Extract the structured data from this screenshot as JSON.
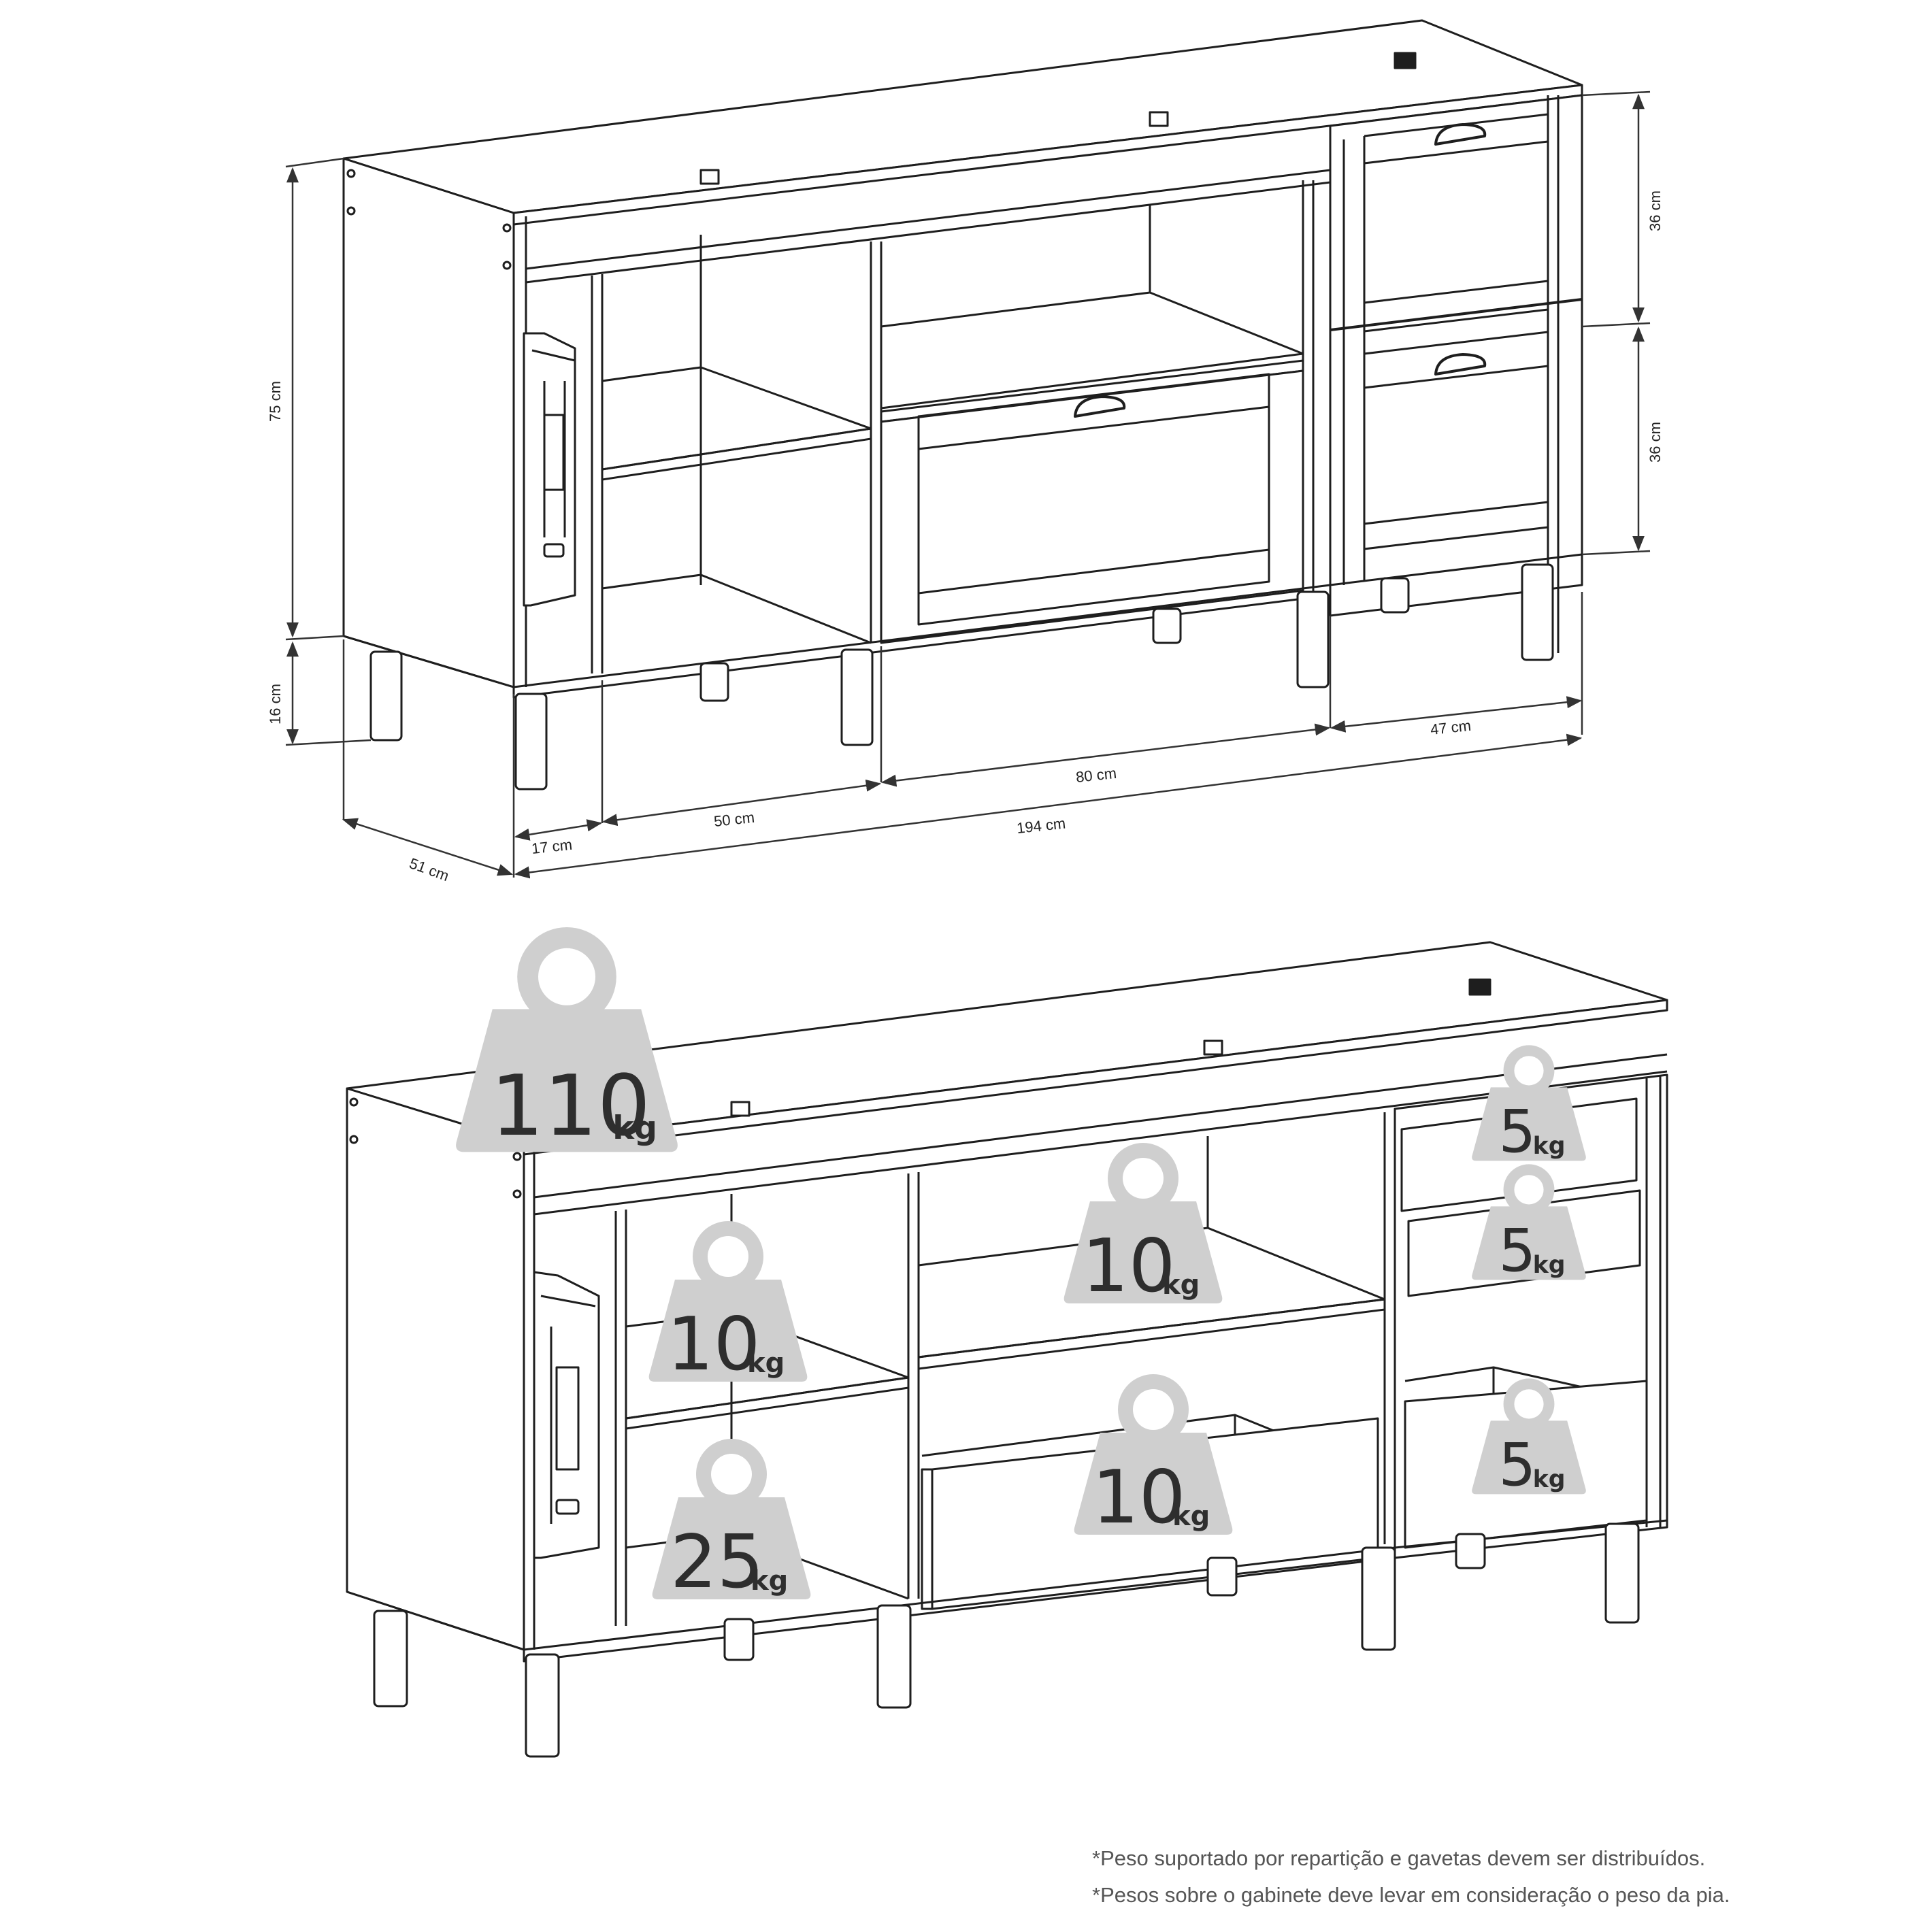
{
  "diagram": {
    "type": "furniture-technical-drawing",
    "product": "kitchen sink base cabinet (balcão de pia)",
    "colors": {
      "line": "#1e1e1e",
      "dimension_line": "#333333",
      "weight_icon_fill": "#cfcfcf",
      "weight_text": "#2e2e2e",
      "background": "#ffffff",
      "note_text": "#555555"
    }
  },
  "dimensions_view": {
    "labels": {
      "total_height_body": "75 cm",
      "leg_height": "16 cm",
      "depth": "51 cm",
      "left_module_width": "17 cm",
      "shelf_module_width": "50 cm",
      "center_module_width": "80 cm",
      "drawer_module_width": "47 cm",
      "total_width": "194 cm",
      "upper_drawer_height": "36 cm",
      "lower_drawer_height": "36 cm"
    }
  },
  "load_view": {
    "weights": [
      {
        "id": "top",
        "value": "110",
        "unit": "kg",
        "location": "cabinet top"
      },
      {
        "id": "left-upper-shelf",
        "value": "10",
        "unit": "kg",
        "location": "left module upper shelf"
      },
      {
        "id": "left-bottom",
        "value": "25",
        "unit": "kg",
        "location": "left module bottom"
      },
      {
        "id": "center-shelf",
        "value": "10",
        "unit": "kg",
        "location": "center module shelf"
      },
      {
        "id": "center-drawer",
        "value": "10",
        "unit": "kg",
        "location": "center module drawer"
      },
      {
        "id": "right-drawer-1",
        "value": "5",
        "unit": "kg",
        "location": "right module drawer 1"
      },
      {
        "id": "right-drawer-2",
        "value": "5",
        "unit": "kg",
        "location": "right module drawer 2"
      },
      {
        "id": "right-drawer-3",
        "value": "5",
        "unit": "kg",
        "location": "right module drawer 3"
      }
    ]
  },
  "footnotes": [
    "*Peso suportado por repartição e gavetas devem ser distribuídos.",
    "*Pesos sobre o gabinete deve levar em consideração o peso da pia."
  ]
}
